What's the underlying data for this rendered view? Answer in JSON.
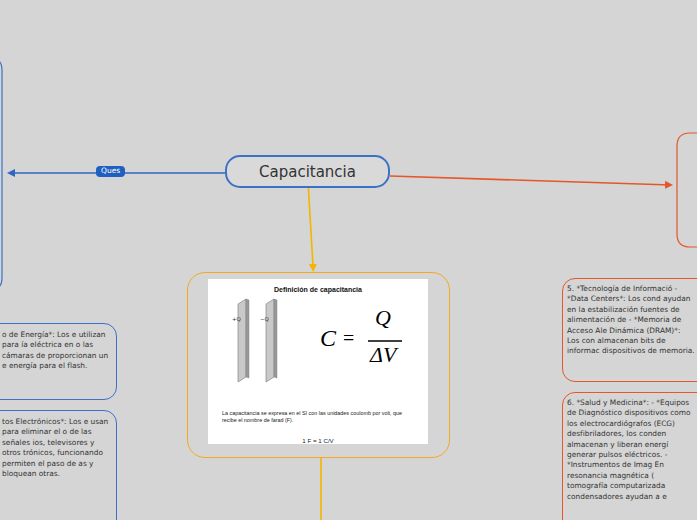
{
  "diagram": {
    "nodes": [
      {
        "text": [
          "Capacitancia"
        ]
      },
      {
        "text": [
          "Definición de capacitancia",
          "La capacitancia se expresa en el SI con las unidades coulomb por volt, que recibe el nombre de farad (F).",
          "1 F = 1 C/V"
        ]
      },
      {
        "text": [
          "o de Energía*: Los e utilizan para ía eléctrica en o las cámaras de proporcionan un e energía para el flash."
        ]
      },
      {
        "text": [
          "tos Electrónicos*: Los e usan para eliminar el o de las señales ios, televisores y otros trónicos, funcionando permiten el paso de as y bloquean otras."
        ]
      },
      {
        "text": [
          "5. *Tecnología de Informació - *Data Centers*: Los cond ayudan en la estabilización fuentes de alimentación de - *Memoria de Acceso Ale Dinámica (DRAM)*: Los con almacenan bits de informac dispositivos de memoria."
        ]
      },
      {
        "text": [
          "6. *Salud y Medicina*: - *Equipos de Diagnóstico dispositivos como los electrocardiógrafos (ECG) desfibriladores, los conden almacenan y liberan energí generar pulsos eléctricos. - *Instrumentos de Imag En resonancia magnética ( tomografía computarizada condensadores ayudan a e"
        ]
      }
    ],
    "edges": [
      {
        "from": 0,
        "to": 1,
        "arrow": "to"
      }
    ],
    "labels": [
      "Ques",
      "+Q",
      "−Q",
      "C",
      "=",
      "Q",
      "ΔV"
    ]
  }
}
